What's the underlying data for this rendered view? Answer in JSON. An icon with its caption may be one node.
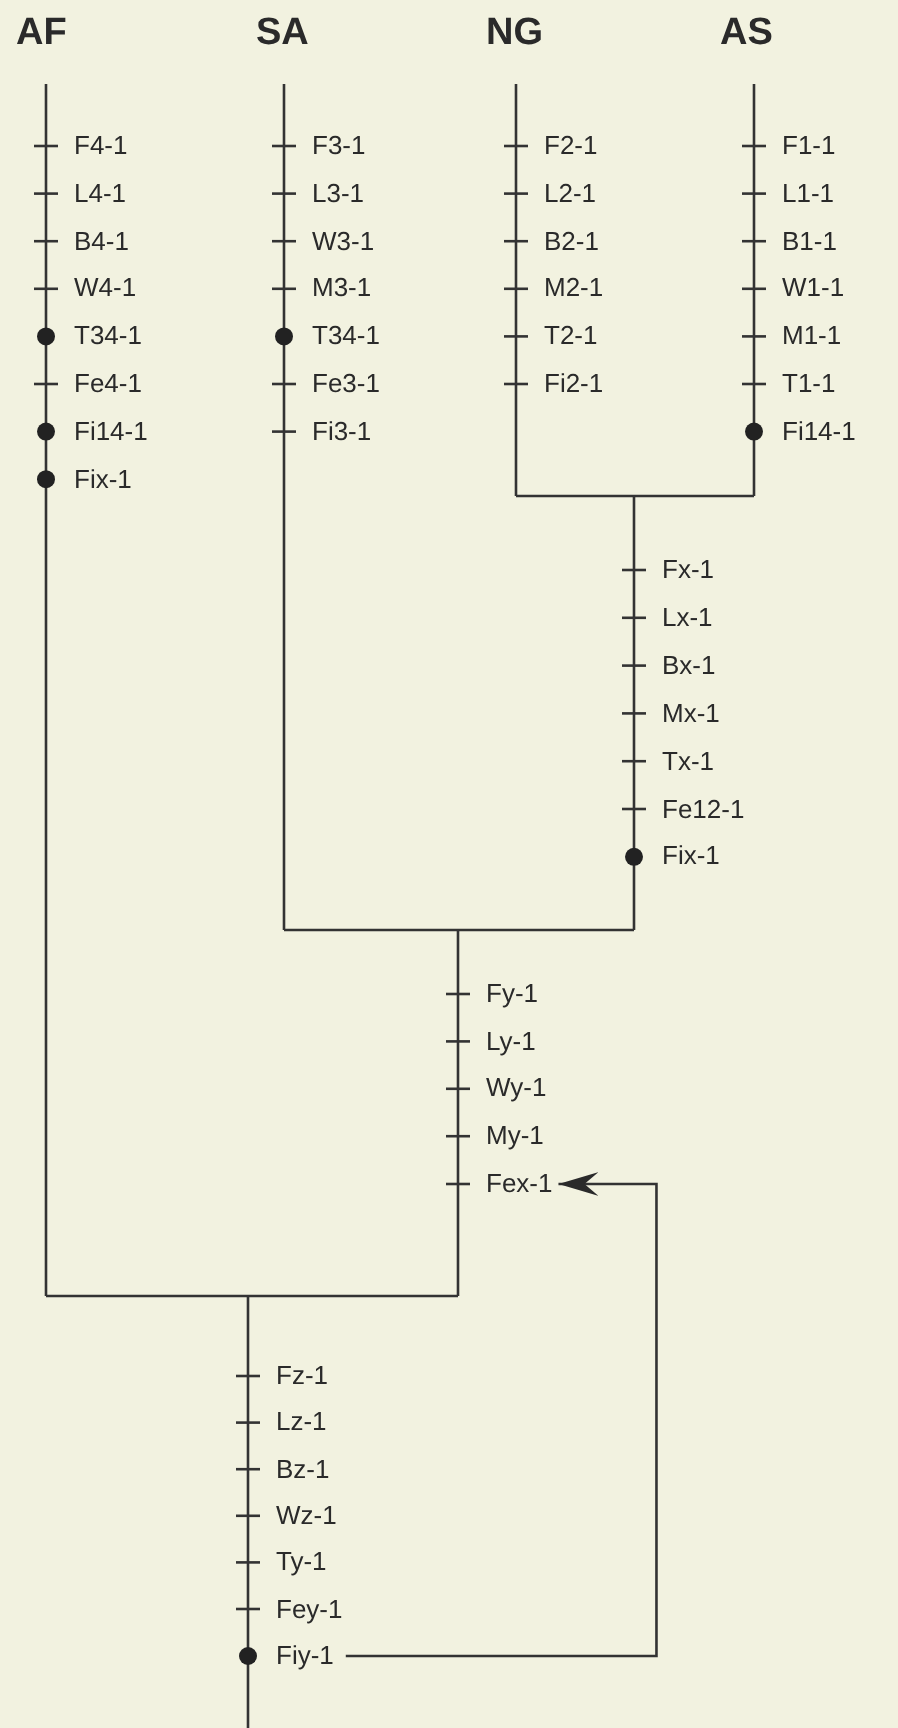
{
  "diagram": {
    "nodes": [
      {
        "text": [
          "Fex-1"
        ]
      },
      {
        "text": [
          "Fiy-1"
        ]
      }
    ],
    "edges": [
      {
        "from": 1,
        "to": 0,
        "arrow": "to"
      }
    ],
    "labels": [
      "AF",
      "SA",
      "NG",
      "AS",
      "F4-1",
      "L4-1",
      "B4-1",
      "W4-1",
      "T34-1",
      "Fe4-1",
      "Fi14-1",
      "Fix-1",
      "F3-1",
      "L3-1",
      "W3-1",
      "M3-1",
      "T34-1",
      "Fe3-1",
      "Fi3-1",
      "F2-1",
      "L2-1",
      "B2-1",
      "M2-1",
      "T2-1",
      "Fi2-1",
      "F1-1",
      "L1-1",
      "B1-1",
      "W1-1",
      "M1-1",
      "T1-1",
      "Fi14-1",
      "Fx-1",
      "Lx-1",
      "Bx-1",
      "Mx-1",
      "Tx-1",
      "Fe12-1",
      "Fix-1",
      "Fy-1",
      "Ly-1",
      "Wy-1",
      "My-1",
      "Fz-1",
      "Lz-1",
      "Bz-1",
      "Wz-1",
      "Ty-1",
      "Fey-1"
    ]
  }
}
